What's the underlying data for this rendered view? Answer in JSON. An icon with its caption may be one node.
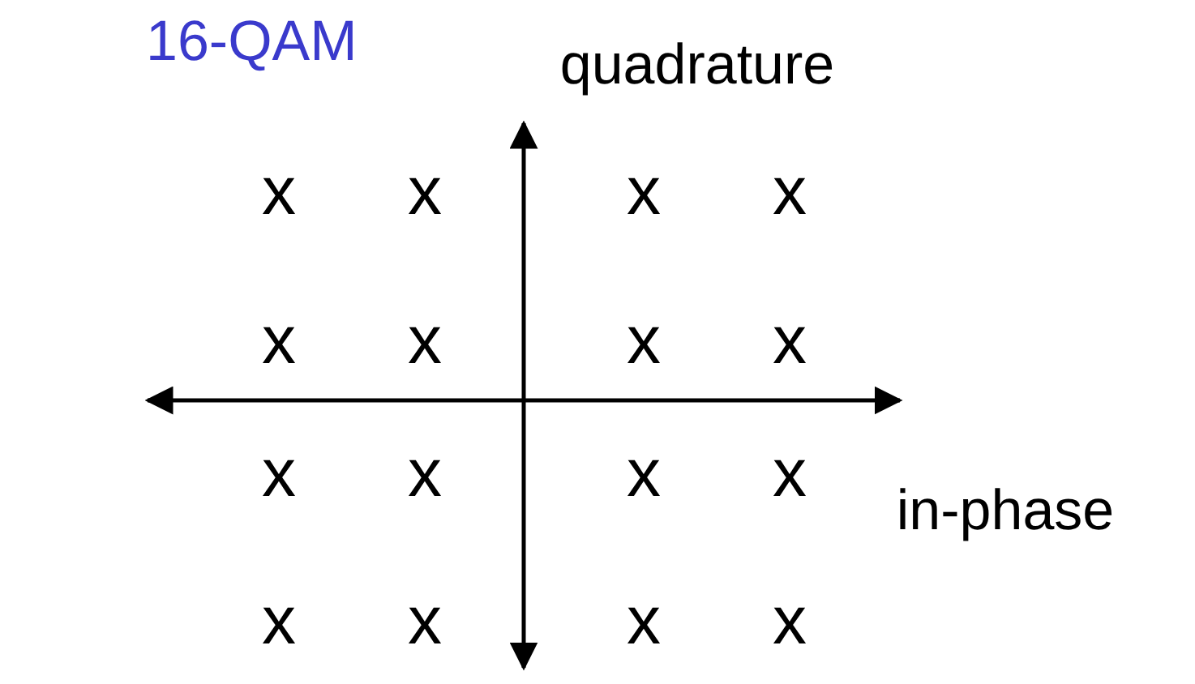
{
  "diagram": {
    "title": "16-QAM",
    "labels": [
      "quadrature",
      "x",
      "x",
      "x",
      "x",
      "x",
      "x",
      "x",
      "x",
      "x",
      "x",
      "x",
      "x",
      "in-phase",
      "x",
      "x",
      "x",
      "x"
    ]
  }
}
